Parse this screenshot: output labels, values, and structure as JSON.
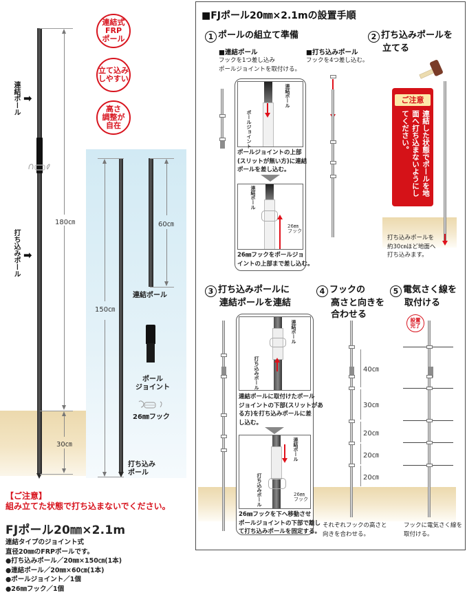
{
  "left": {
    "badges": [
      {
        "lines": [
          "連結式",
          "FRP",
          "ポール"
        ]
      },
      {
        "lines": [
          "立て込み",
          "しやすい"
        ]
      },
      {
        "lines": [
          "高さ",
          "調整が",
          "自在"
        ]
      }
    ],
    "assembled_pole": {
      "upper_label": "連結ポール",
      "lower_label": "打ち込みポール",
      "total_height": "180㎝",
      "buried_depth": "30㎝"
    },
    "parts": {
      "driving_pole_length": "150㎝",
      "driving_pole_label": [
        "打ち込み",
        "ポール"
      ],
      "connecting_pole_length": "60㎝",
      "connecting_pole_label": "連結ポール",
      "joint_label": [
        "ポール",
        "ジョイント"
      ],
      "hook_label": "26㎜フック"
    },
    "notice": {
      "heading": "【ご注意】",
      "body": "組み立てた状態で打ち込まないでください。"
    },
    "product": {
      "title": "FJポール20㎜×2.1m",
      "description": [
        "連結タイプのジョイント式",
        "直径20㎜のFRPポールです。",
        "●打ち込みポール／20㎜×150㎝(1本)",
        "●連結ポール／20㎜×60㎝(1本)",
        "●ポールジョイント／1個",
        "●26㎜フック／1個"
      ]
    }
  },
  "right": {
    "title": "■FJポール20㎜×2.1mの設置手順",
    "steps": [
      {
        "num": "1",
        "title": "ポールの組立て準備",
        "connecting": {
          "heading": "■連結ポール",
          "text": [
            "フックを1つ差し込み",
            "ポールジョイントを取付ける。"
          ],
          "callout_labels": {
            "connecting_pole": "連結ポール",
            "joint": "ポールジョイント",
            "hook": [
              "26㎜",
              "フック"
            ]
          },
          "callout_text_1": [
            "ポールジョイントの上部",
            "(スリットが無い方)に連結",
            "ポールを差し込む。"
          ],
          "callout_text_2": [
            "26㎜フックをポールジョ",
            "イントの上部まで差し込む。"
          ]
        },
        "driving": {
          "heading": "■打ち込みポール",
          "text": [
            "フックを4つ差し込む。"
          ]
        }
      },
      {
        "num": "2",
        "title_lines": [
          "打ち込みポールを",
          "立てる"
        ],
        "caution_tag": "ご注意",
        "caution_text": "連結した状態でポールを地面へ打ち込まないようにしてください。",
        "text": [
          "打ち込みポールを",
          "約30㎝ほど地面へ",
          "打ち込みます。"
        ]
      },
      {
        "num": "3",
        "title_lines": [
          "打ち込みポールに",
          "連結ポールを連結"
        ],
        "callout_labels": {
          "connecting_pole": "連結ポール",
          "driving_pole": "打ち込みポール",
          "hook": [
            "26㎜",
            "フック"
          ]
        },
        "callout_text_1": [
          "連結ポールに取付けたポール",
          "ジョイントの下部(スリットがあ",
          "る方)を打ち込みポールに差",
          "し込む。"
        ],
        "callout_text_2": [
          "26㎜フックを下へ移動させ",
          "ポールジョイントの下部で離し",
          "て打ち込みポールを固定する。"
        ]
      },
      {
        "num": "4",
        "title_lines": [
          "フックの",
          "高さと向きを",
          "合わせる"
        ],
        "spacings": [
          "40㎝",
          "30㎝",
          "20㎝",
          "20㎝",
          "20㎝"
        ],
        "text": [
          "それぞれフックの高さと",
          "向きを合わせる。"
        ]
      },
      {
        "num": "5",
        "title_lines": [
          "電気さく線を",
          "取付ける"
        ],
        "done_badge": [
          "設置",
          "完了"
        ],
        "text": [
          "フックに電気さく線を",
          "取付ける。"
        ]
      }
    ]
  },
  "colors": {
    "accent_red": "#d8141e",
    "ground": "#ecd9ad",
    "panel_blue": "#d2eaf4",
    "caution_bg": "#d51218",
    "caution_tag_bg": "#fde9a8"
  }
}
